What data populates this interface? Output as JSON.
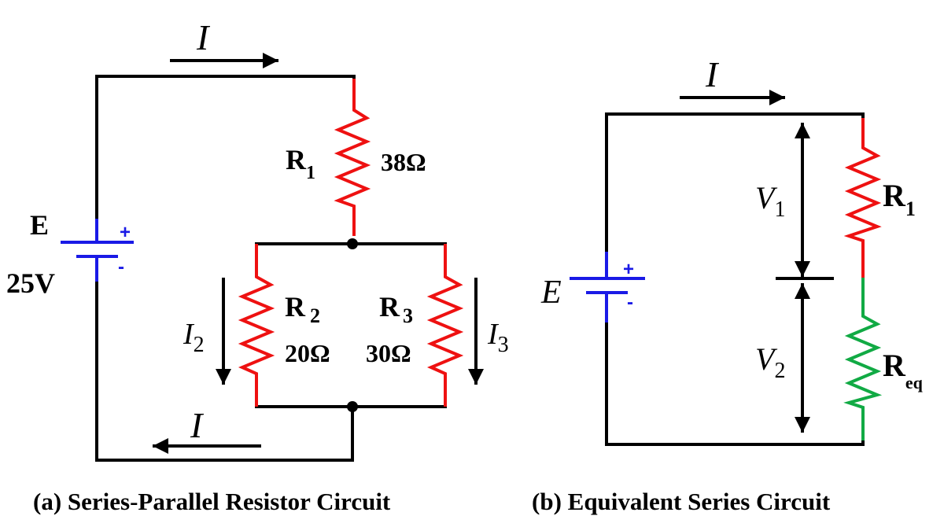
{
  "colors": {
    "wire": "#000000",
    "resistor": "#ee1111",
    "equivalent_resistor": "#11aa44",
    "battery": "#1a1ae6"
  },
  "circuit_a": {
    "caption": "(a) Series-Parallel Resistor Circuit",
    "current_label": "I",
    "source": {
      "name": "E",
      "value": "25V",
      "plus": "+",
      "minus": "-"
    },
    "r1": {
      "name": "R",
      "sub": "1",
      "value": "38Ω"
    },
    "r2": {
      "name": "R",
      "sub": "2",
      "value": "20Ω"
    },
    "r3": {
      "name": "R",
      "sub": "3",
      "value": "30Ω"
    },
    "i2": {
      "name": "I",
      "sub": "2"
    },
    "i3": {
      "name": "I",
      "sub": "3"
    }
  },
  "circuit_b": {
    "caption": "(b) Equivalent Series Circuit",
    "current_label": "I",
    "source": {
      "name": "E",
      "plus": "+",
      "minus": "-"
    },
    "r1": {
      "name": "R",
      "sub": "1"
    },
    "req": {
      "name": "R",
      "sub": "eq"
    },
    "v1": {
      "name": "V",
      "sub": "1"
    },
    "v2": {
      "name": "V",
      "sub": "2"
    }
  }
}
